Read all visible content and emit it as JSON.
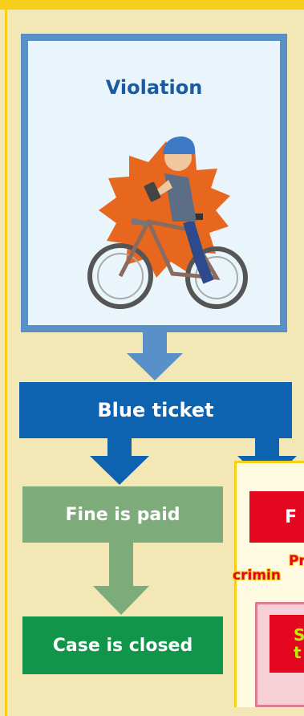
{
  "diagram": {
    "violation_title": "Violation",
    "illustration": "cyclist-using-phone-illustration",
    "blue_ticket": "Blue ticket",
    "fine_paid": "Fine is paid",
    "case_closed": "Case is closed",
    "fine_unpaid_fragment": "F",
    "prosecution_note_line1": "Pr",
    "prosecution_note_line2": "crimin",
    "red_box_line1": "S",
    "red_box_line2": "t"
  },
  "colors": {
    "background": "#f3e7b6",
    "frame_yellow": "#f6cf1a",
    "violation_border": "#5a90c8",
    "violation_fill": "#eaf4fb",
    "title_blue": "#1c5aa0",
    "ticket_blue": "#0d63b0",
    "arrow_light_blue": "#5a90c8",
    "paid_green": "#7eab7a",
    "closed_green": "#10954a",
    "alert_red": "#e3071f",
    "pink": "#f7d0d7"
  }
}
